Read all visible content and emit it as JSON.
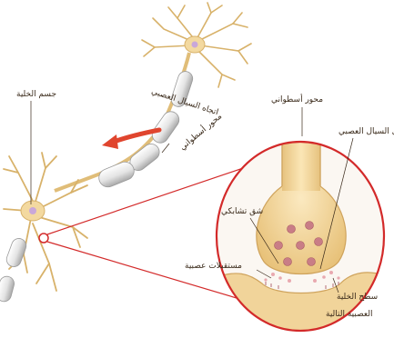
{
  "labels": {
    "cell_body": "جسم الخلية",
    "impulse_direction": "اتجاه السيال العصبي",
    "axon_top": "محور أسطواني",
    "axon_left": "محور أسطواني",
    "neurotransmitter": "ناقل السيال العصبي",
    "synaptic_cleft": "شق تشابكي",
    "receptors": "مستقبلات عصبية",
    "membrane_line1": "سطح الخلية",
    "membrane_line2": "العصبية التالية"
  },
  "colors": {
    "neuron_fill": "#f3d9a0",
    "neuron_edge": "#d8b26a",
    "myelin_fill": "#ececec",
    "myelin_edge": "#9a9a9a",
    "arrow": "#e0452e",
    "zoom_outline": "#d32a2a",
    "vesicle": "#c97d86",
    "nucleus": "#c9a7d9"
  }
}
